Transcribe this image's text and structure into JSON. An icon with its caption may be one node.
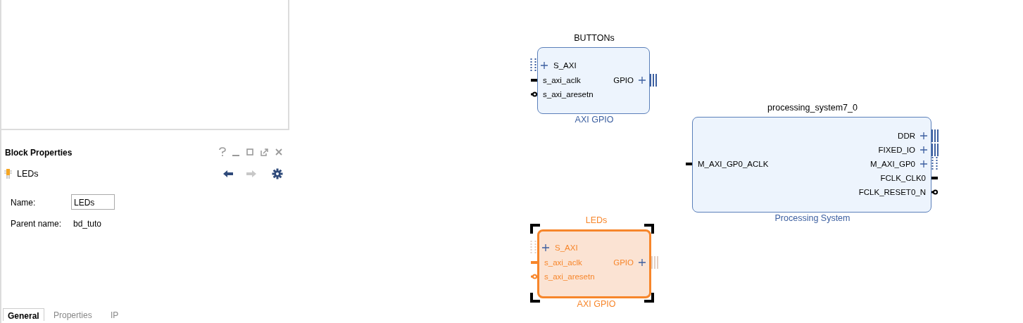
{
  "diagram": {
    "nodes": [
      {
        "text": [
          "BUTTONs",
          "S_AXI",
          "s_axi_aclk",
          "s_axi_aresetn",
          "GPIO"
        ],
        "beside": [
          "AXI GPIO"
        ]
      },
      {
        "text": [
          "processing_system7_0",
          "M_AXI_GP0_ACLK",
          "DDR",
          "FIXED_IO",
          "M_AXI_GP0",
          "FCLK_CLK0",
          "FCLK_RESET0_N"
        ],
        "beside": [
          "Processing System"
        ]
      },
      {
        "text": [
          "LEDs",
          "S_AXI",
          "s_axi_aclk",
          "s_axi_aresetn",
          "GPIO"
        ],
        "beside": [
          "AXI GPIO"
        ]
      }
    ],
    "labels": [
      "Block Properties",
      "LEDs",
      "Name:",
      "LEDs",
      "Parent name:",
      "bd_tuto",
      "General",
      "Properties",
      "IP"
    ]
  }
}
